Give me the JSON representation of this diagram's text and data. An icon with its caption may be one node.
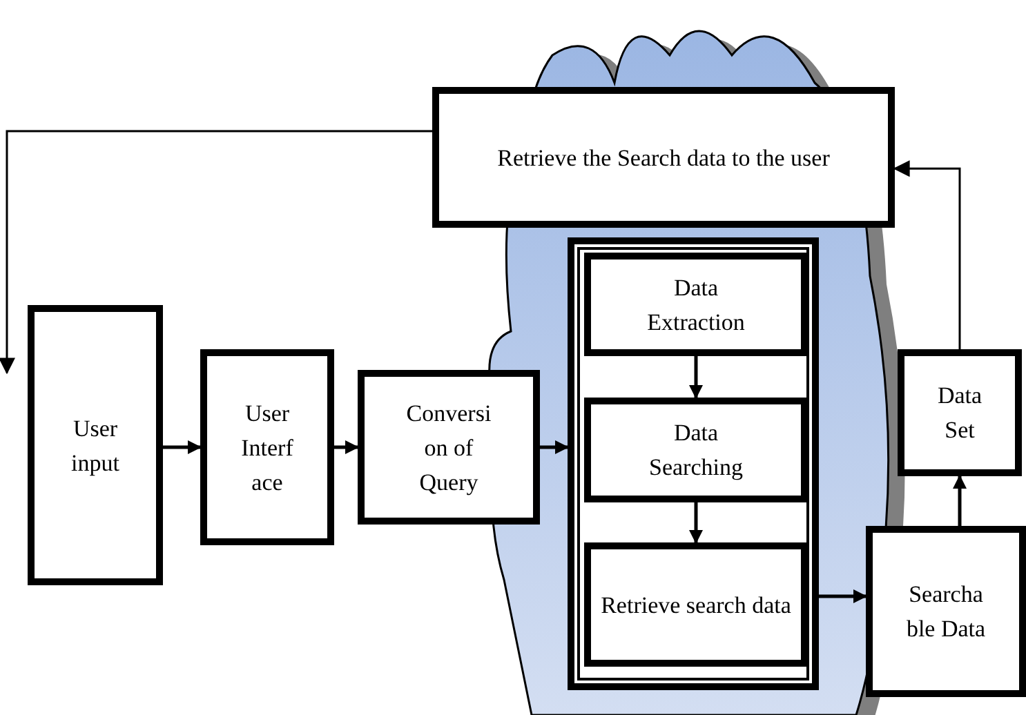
{
  "diagram": {
    "nodes": [
      {
        "text": [
          "Retrieve the Search data to the user"
        ]
      },
      {
        "text": [
          "User input"
        ]
      },
      {
        "text": [
          "User Interf ace"
        ]
      },
      {
        "text": [
          "Conversi on of Query"
        ]
      },
      {
        "text": [],
        "shape": "box"
      },
      {
        "text": [
          "Data Extraction"
        ],
        "in": 4
      },
      {
        "text": [
          "Data Searching"
        ],
        "in": 4
      },
      {
        "text": [
          "Retrieve search data"
        ],
        "in": 4
      },
      {
        "text": [
          "Searcha ble Data"
        ]
      },
      {
        "text": [
          "Data Set"
        ]
      }
    ],
    "edges": [
      {
        "from": 0,
        "to": 1,
        "arrow": "to"
      },
      {
        "from": 1,
        "to": 2,
        "arrow": "to"
      },
      {
        "from": 2,
        "to": 3,
        "arrow": "to"
      },
      {
        "from": 3,
        "to": 4,
        "arrow": "to"
      },
      {
        "from": 5,
        "to": 6,
        "arrow": "to"
      },
      {
        "from": 6,
        "to": 7,
        "arrow": "to"
      },
      {
        "from": 4,
        "to": 8,
        "arrow": "to"
      },
      {
        "from": 8,
        "to": 9,
        "arrow": "to"
      },
      {
        "from": 9,
        "to": 0,
        "arrow": "to"
      }
    ]
  }
}
